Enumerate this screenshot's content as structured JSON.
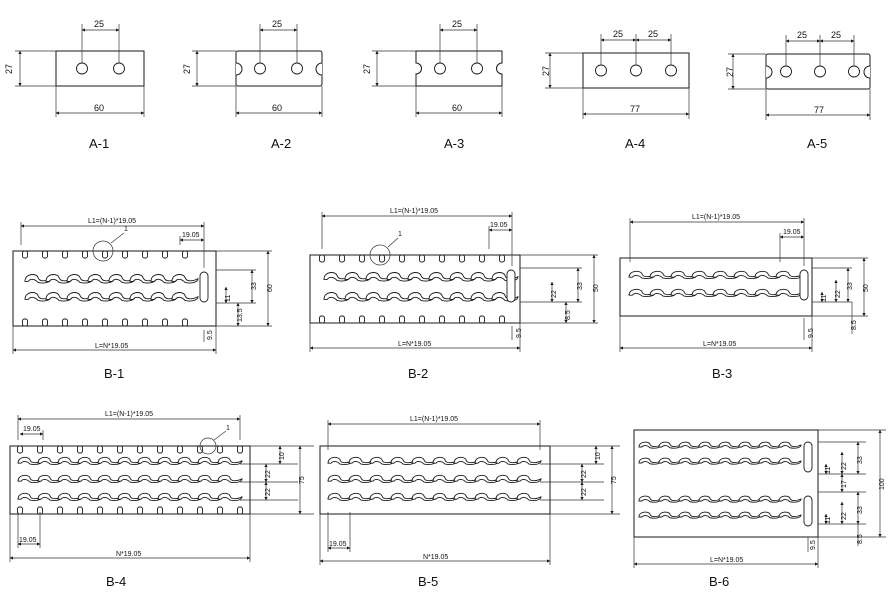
{
  "parts_a": [
    {
      "id": "A-1",
      "label": "A-1",
      "height": "27",
      "width": "60",
      "pitch": [
        "25"
      ],
      "holes": 2,
      "notch": "none"
    },
    {
      "id": "A-2",
      "label": "A-2",
      "height": "27",
      "width": "60",
      "pitch": [
        "25"
      ],
      "holes": 2,
      "notch": "round"
    },
    {
      "id": "A-3",
      "label": "A-3",
      "height": "27",
      "width": "60",
      "pitch": [
        "25"
      ],
      "holes": 2,
      "notch": "semi"
    },
    {
      "id": "A-4",
      "label": "A-4",
      "height": "27",
      "width": "77",
      "pitch": [
        "25",
        "25"
      ],
      "holes": 3,
      "notch": "none"
    },
    {
      "id": "A-5",
      "label": "A-5",
      "height": "27",
      "width": "77",
      "pitch": [
        "25",
        "25"
      ],
      "holes": 3,
      "notch": "round"
    }
  ],
  "parts_b": [
    {
      "id": "B-1",
      "label": "B-1",
      "top_dim": "L1=(N-1)*19.05",
      "pitch": "19.05",
      "bottom_dim": "L=N*19.05",
      "side_dims": [
        "11",
        "13.5",
        "33",
        "60"
      ],
      "edge_dim": "9.5",
      "callout": "1"
    },
    {
      "id": "B-2",
      "label": "B-2",
      "top_dim": "L1=(N-1)*19.05",
      "pitch": "19.05",
      "bottom_dim": "L=N*19.05",
      "side_dims": [
        "22",
        "8.5",
        "33",
        "50"
      ],
      "edge_dim": "9.5",
      "callout": "1"
    },
    {
      "id": "B-3",
      "label": "B-3",
      "top_dim": "L1=(N-1)*19.05",
      "pitch": "19.05",
      "bottom_dim": "L=N*19.05",
      "side_dims": [
        "11",
        "22",
        "8.5",
        "33",
        "50"
      ],
      "edge_dim": "9.5",
      "callout": ""
    },
    {
      "id": "B-4",
      "label": "B-4",
      "top_dim": "L1=(N-1)*19.05",
      "pitch": "19.05",
      "bottom_dim": "N*19.05",
      "side_dims": [
        "10",
        "22",
        "22",
        "75"
      ],
      "edge_dim": "19.05",
      "callout": "1"
    },
    {
      "id": "B-5",
      "label": "B-5",
      "top_dim": "L1=(N-1)*19.05",
      "pitch": "",
      "bottom_dim": "N*19.05",
      "side_dims": [
        "10",
        "22",
        "22",
        "75"
      ],
      "edge_dim": "19.05",
      "callout": ""
    },
    {
      "id": "B-6",
      "label": "B-6",
      "top_dim": "",
      "pitch": "",
      "bottom_dim": "L=N*19.05",
      "side_dims": [
        "11",
        "22",
        "33",
        "17",
        "33",
        "22",
        "11",
        "8.5",
        "100"
      ],
      "edge_dim": "9.5",
      "callout": ""
    }
  ],
  "colors": {
    "line": "#1a1a1a",
    "paper": "#ffffff"
  }
}
